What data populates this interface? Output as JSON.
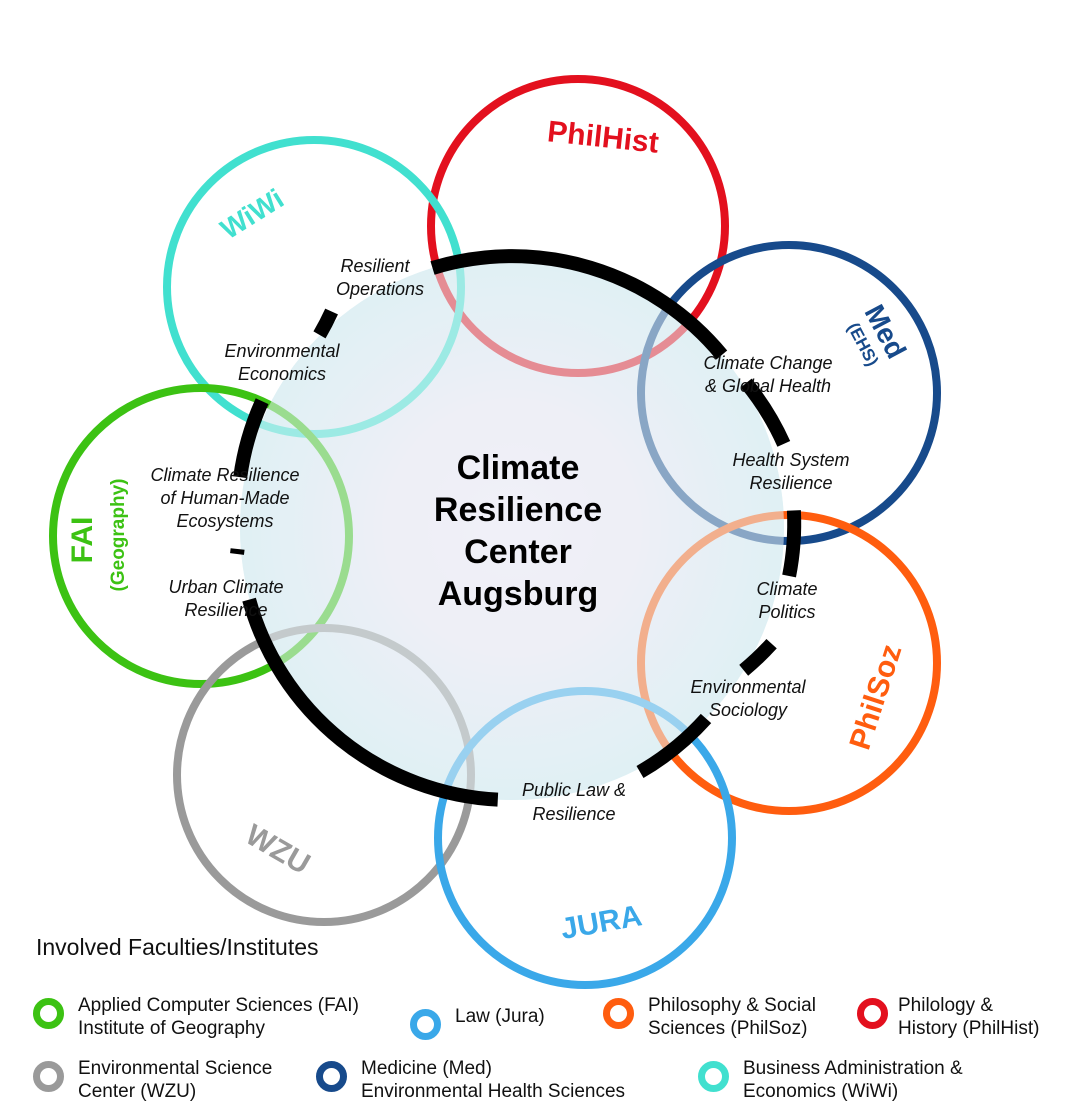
{
  "center": {
    "title_lines": [
      "Climate",
      "Resilience",
      "Center",
      "Augsburg"
    ]
  },
  "faculties": [
    {
      "id": "philhist",
      "label": "PhilHist",
      "sub": "",
      "color": "#e3101e"
    },
    {
      "id": "wiwi",
      "label": "WiWi",
      "sub": "",
      "color": "#41e0cf"
    },
    {
      "id": "med",
      "label": "Med",
      "sub": "(EHS)",
      "color": "#174a8b"
    },
    {
      "id": "fai",
      "label": "FAI",
      "sub": "(Geography)",
      "color": "#3cc213"
    },
    {
      "id": "philsoz",
      "label": "PhilSoz",
      "sub": "",
      "color": "#ff5d0f"
    },
    {
      "id": "wzu",
      "label": "WZU",
      "sub": "",
      "color": "#9a9a9a"
    },
    {
      "id": "jura",
      "label": "JURA",
      "sub": "",
      "color": "#3aa8e9"
    }
  ],
  "topics": [
    {
      "lines": [
        "Resilient",
        "Operations"
      ]
    },
    {
      "lines": [
        "Environmental",
        "Economics"
      ]
    },
    {
      "lines": [
        "Climate Change",
        "& Global Health"
      ]
    },
    {
      "lines": [
        "Health System",
        "Resilience"
      ]
    },
    {
      "lines": [
        "Climate Resilience",
        "of Human-Made",
        "Ecosystems"
      ]
    },
    {
      "lines": [
        "Urban Climate",
        "Resilience"
      ]
    },
    {
      "lines": [
        "Climate",
        "Politics"
      ]
    },
    {
      "lines": [
        "Environmental",
        "Sociology"
      ]
    },
    {
      "lines": [
        "Public Law &",
        "Resilience"
      ]
    }
  ],
  "legend": {
    "title": "Involved Faculties/Institutes",
    "items": [
      {
        "lines": [
          "Applied Computer Sciences (FAI)",
          "Institute of Geography"
        ],
        "color": "#3cc213"
      },
      {
        "lines": [
          "Law (Jura)"
        ],
        "color": "#3aa8e9"
      },
      {
        "lines": [
          "Philosophy & Social",
          "Sciences (PhilSoz)"
        ],
        "color": "#ff5d0f"
      },
      {
        "lines": [
          "Philology &",
          "History (PhilHist)"
        ],
        "color": "#e3101e"
      },
      {
        "lines": [
          "Environmental Science",
          "Center (WZU)"
        ],
        "color": "#9a9a9a"
      },
      {
        "lines": [
          "Medicine (Med)",
          "Environmental Health Sciences"
        ],
        "color": "#174a8b"
      },
      {
        "lines": [
          "Business Administration &",
          "Economics (WiWi)"
        ],
        "color": "#41e0cf"
      }
    ]
  }
}
